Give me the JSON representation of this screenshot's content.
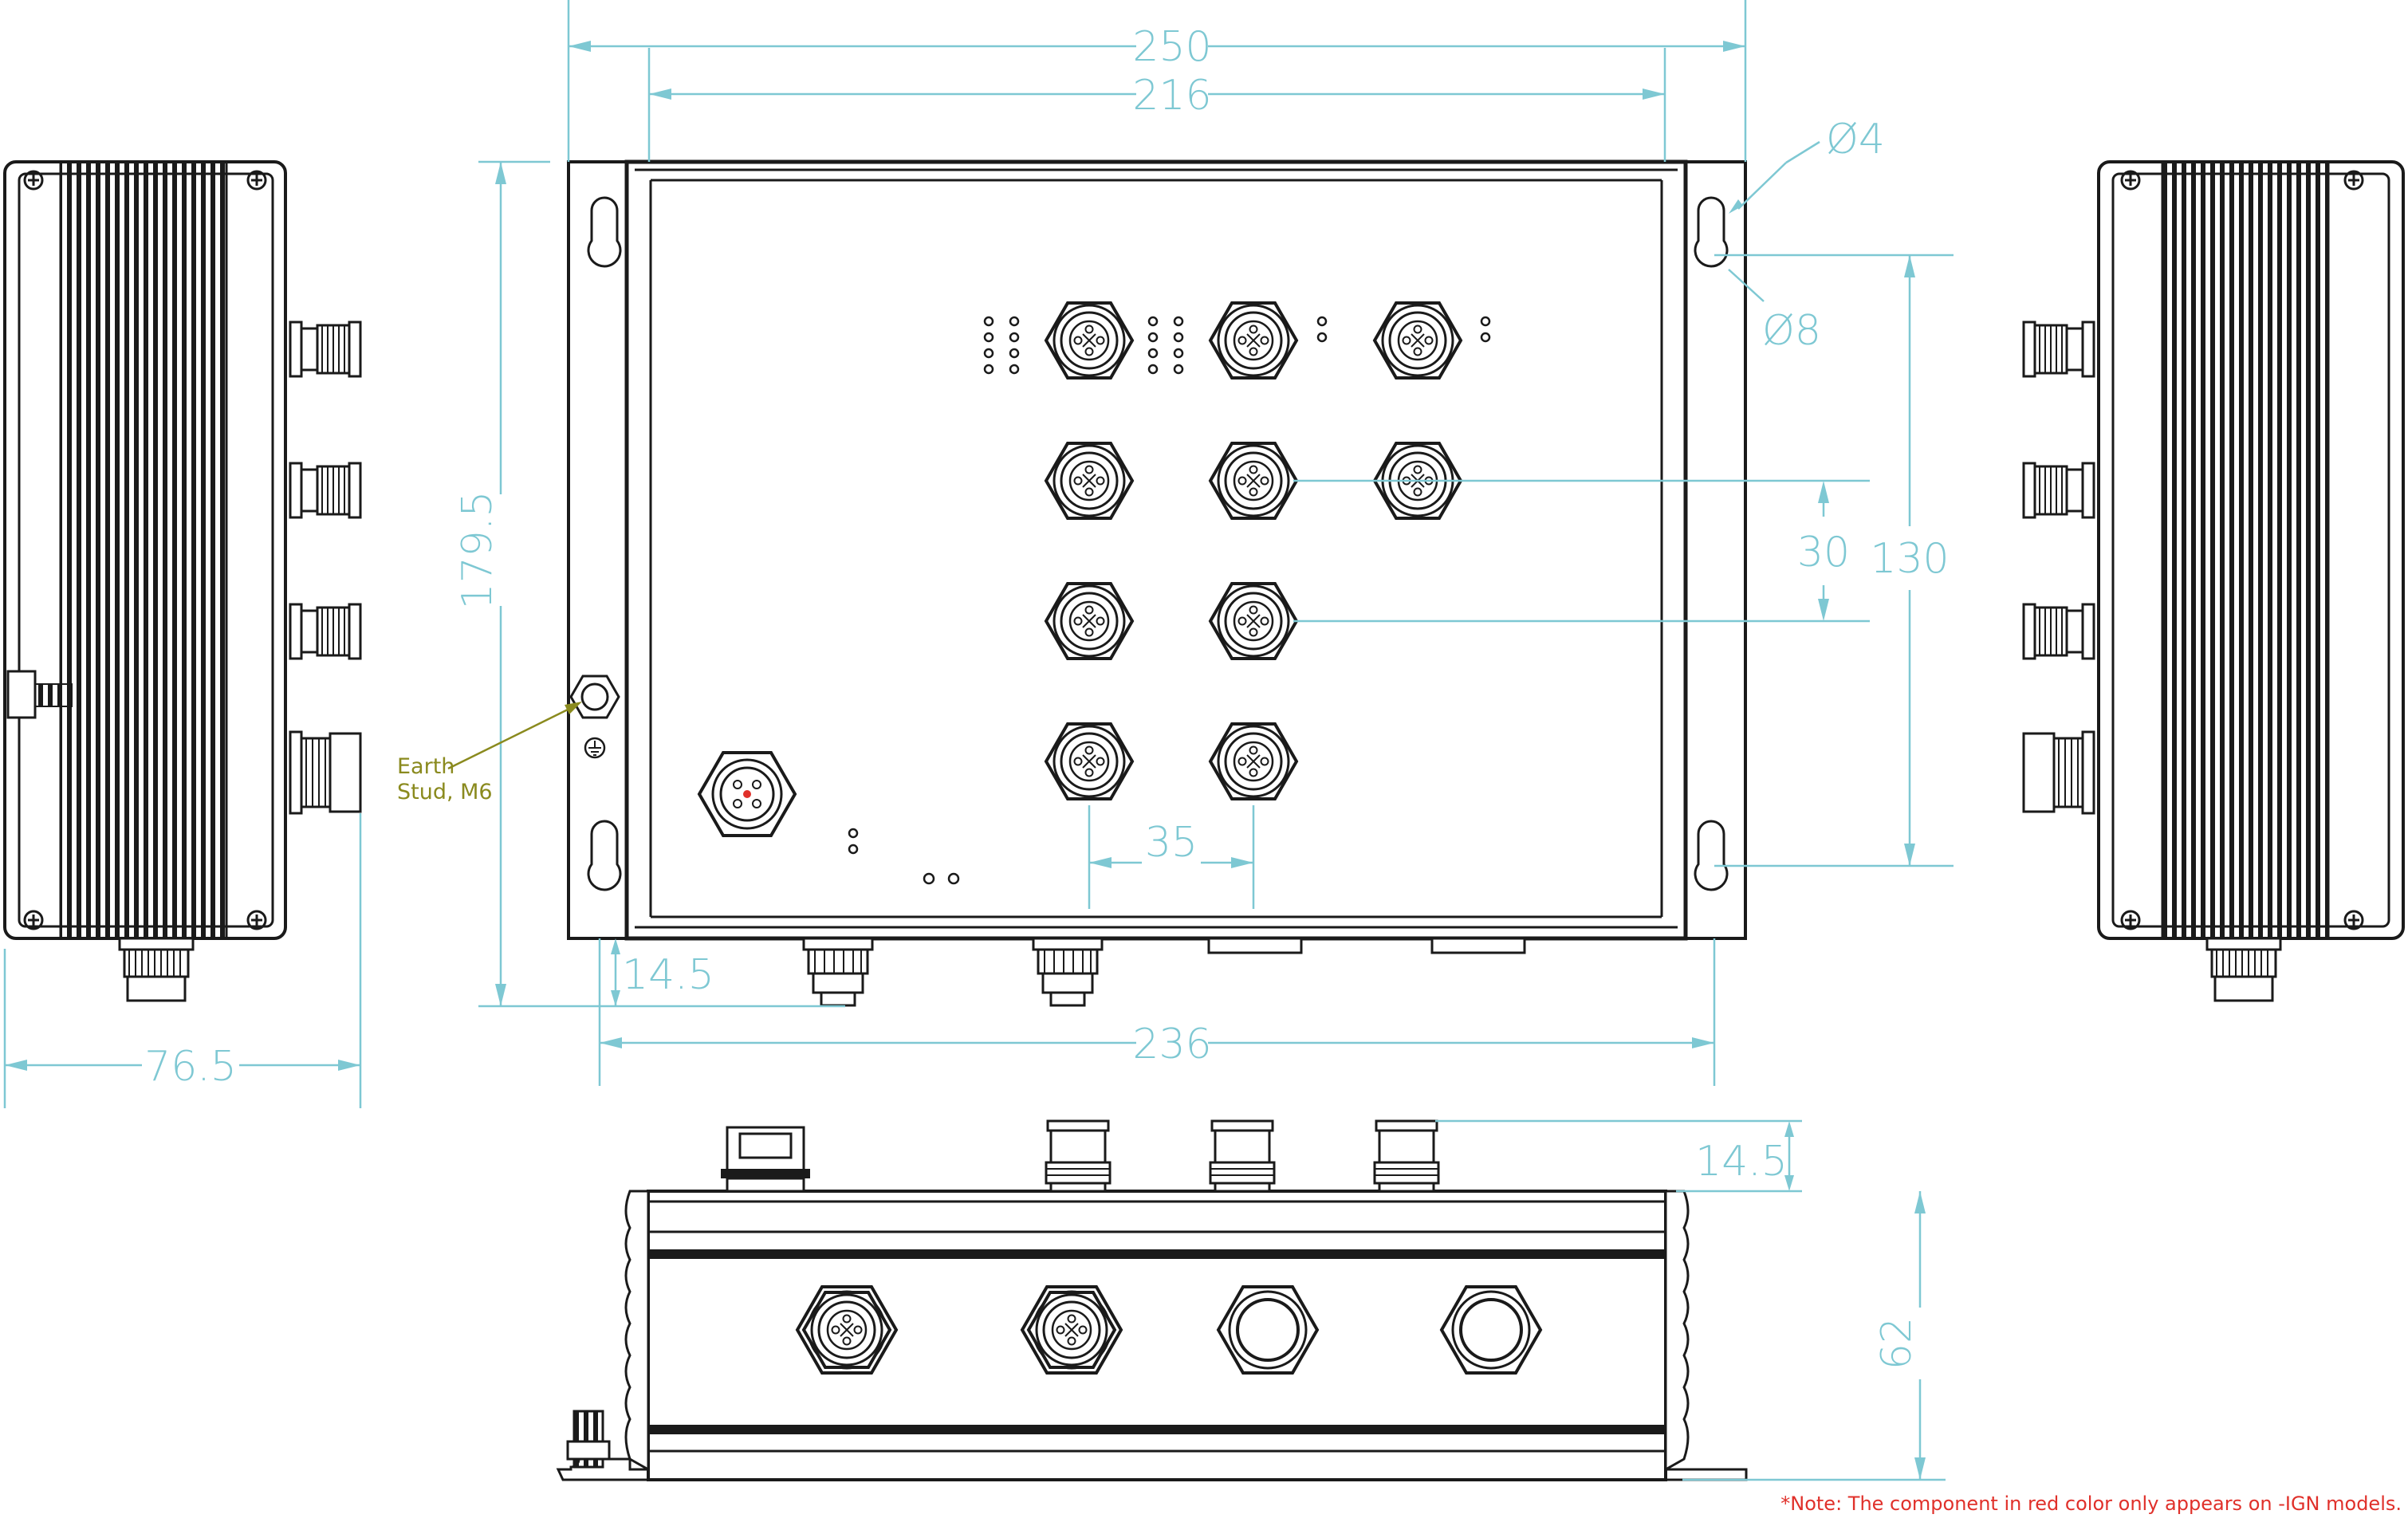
{
  "colors": {
    "outline": "#1a1a1a",
    "dimension": "#7ec8d3",
    "earth_label": "#8a8a1e",
    "note": "#e0302a",
    "component_highlight": "#e0302a"
  },
  "dimensions": {
    "overall_width": "250",
    "mount_width": "216",
    "hole_small_dia": "Ø4",
    "hole_large_dia": "Ø8",
    "overall_height": "179.5",
    "connector_pitch_vertical": "30",
    "hole_spacing_vertical": "130",
    "connector_pitch_horizontal": "35",
    "connector_protrusion": "14.5",
    "body_width": "236",
    "depth": "76.5",
    "top_connector_height": "14.5",
    "body_height": "62"
  },
  "labels": {
    "earth_stud_line1": "Earth",
    "earth_stud_line2": "Stud, M6"
  },
  "note": "*Note: The component in red color only appears on -IGN models."
}
